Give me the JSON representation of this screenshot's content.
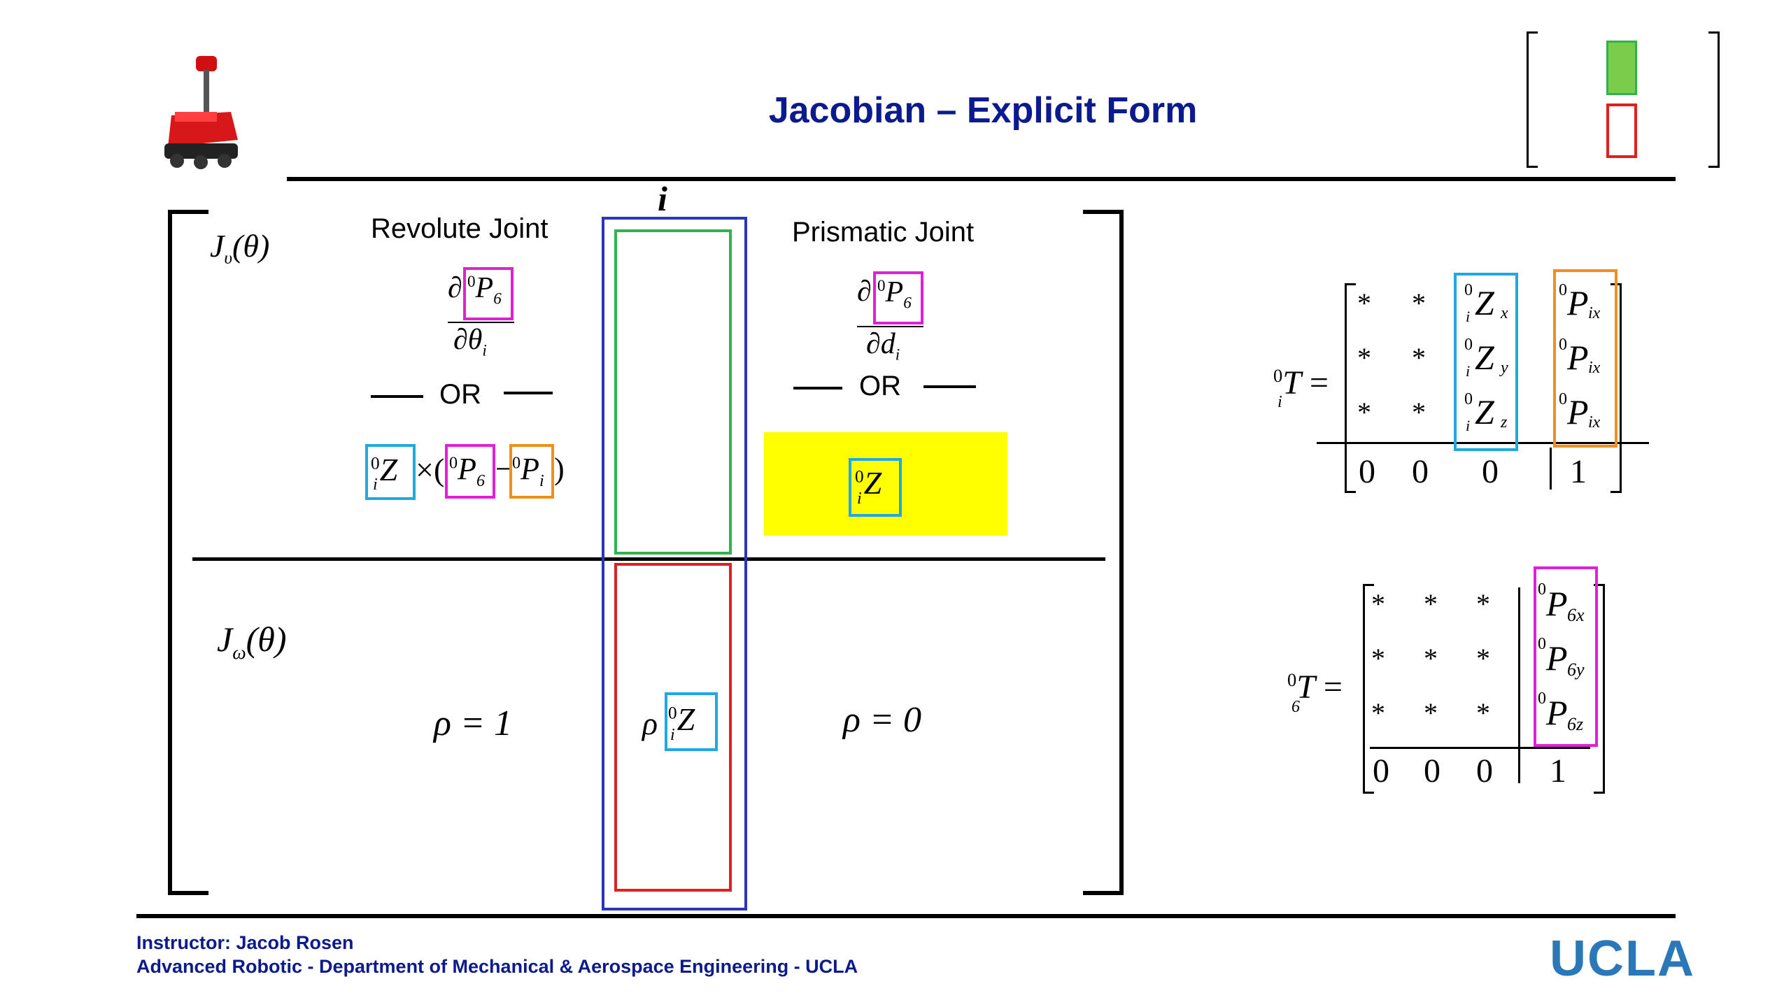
{
  "slide": {
    "title": "Jacobian – Explicit Form",
    "column_marker": "i",
    "colors": {
      "title": "#0b1a8c",
      "green": "#2fb34a",
      "red": "#e02020",
      "blue": "#2a35b8",
      "cyan": "#22a8e0",
      "magenta": "#e020d8",
      "orange": "#f0901a",
      "yellow": "#ffff00"
    }
  },
  "jacobian": {
    "jv_label": "J",
    "jv_sub": "υ",
    "jw_label": "J",
    "jw_sub": "ω",
    "theta_arg": "(θ)",
    "revolute": {
      "heading": "Revolute Joint",
      "num_partial": "∂",
      "num_sup": "0",
      "num_P": "P",
      "num_sub": "6",
      "den": "∂θ",
      "den_sub": "i",
      "or": "OR",
      "cross_sup": "0",
      "cross_Z": "Z",
      "cross_sub": "i",
      "times": "×(",
      "p6_sup": "0",
      "p6": "P",
      "p6_sub": "6",
      "minus": "−",
      "pi_sup": "0",
      "pi": "P",
      "pi_sub": "i",
      "close": ")"
    },
    "prismatic": {
      "heading": "Prismatic Joint",
      "num_partial": "∂",
      "num_sup": "0",
      "num_P": "P",
      "num_sub": "6",
      "den": "∂d",
      "den_sub": "i",
      "or": "OR",
      "z_sup": "0",
      "z": "Z",
      "z_sub": "i"
    },
    "rho_revolute": "ρ = 1",
    "rho_prismatic": "ρ = 0",
    "center_rho": "ρ",
    "center_z_sup": "0",
    "center_z": "Z",
    "center_z_sub": "i"
  },
  "transform_i": {
    "lhs_sup": "0",
    "lhs_T": "T",
    "lhs_sub": "i",
    "equals": "=",
    "rows": [
      [
        "*",
        "*",
        "Z",
        "x",
        "P",
        "ix"
      ],
      [
        "*",
        "*",
        "Z",
        "y",
        "P",
        "ix"
      ],
      [
        "*",
        "*",
        "Z",
        "z",
        "P",
        "ix"
      ]
    ],
    "bottom_row": [
      "0",
      "0",
      "0",
      "1"
    ]
  },
  "transform_6": {
    "lhs_sup": "0",
    "lhs_T": "T",
    "lhs_sub": "6",
    "equals": "=",
    "rows": [
      [
        "*",
        "*",
        "*",
        "P",
        "6x"
      ],
      [
        "*",
        "*",
        "*",
        "P",
        "6y"
      ],
      [
        "*",
        "*",
        "*",
        "P",
        "6z"
      ]
    ],
    "bottom_row": [
      "0",
      "0",
      "0",
      "1"
    ]
  },
  "footer": {
    "line1": "Instructor: Jacob Rosen",
    "line2": "Advanced Robotic -  Department of Mechanical & Aerospace Engineering - UCLA",
    "logo": "UCLA"
  }
}
